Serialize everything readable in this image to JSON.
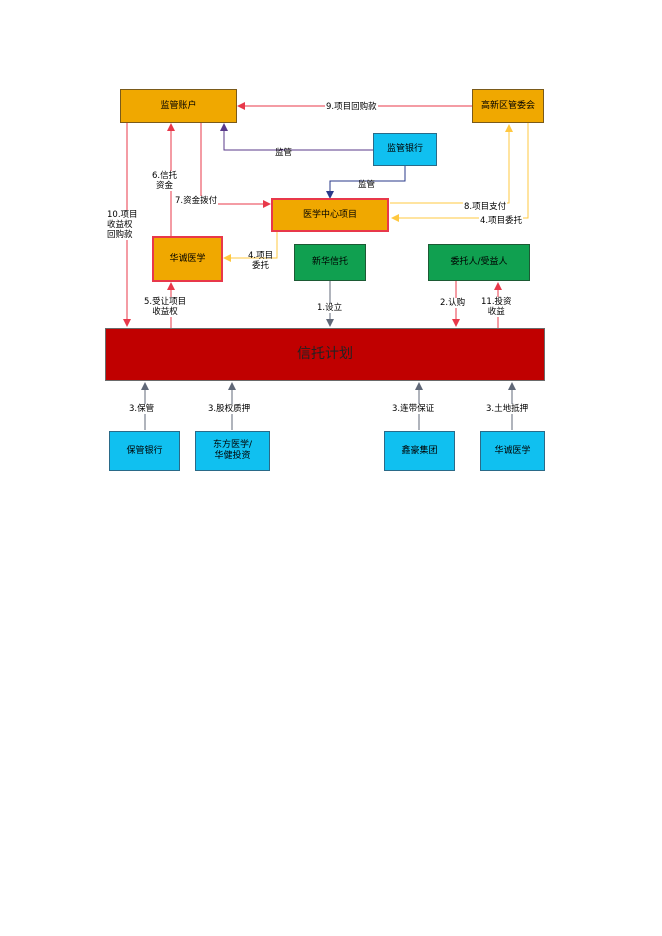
{
  "nodes": {
    "supervise_account": "监管账户",
    "management_committee": "高新区管委会",
    "supervise_bank": "监管银行",
    "medical_center": "医学中心项目",
    "huacheng_medical_left": "华诚医学",
    "xinhua_trust": "新华信托",
    "principal_beneficiary": "委托人/受益人",
    "trust_plan": "信托计划",
    "custody_bank": "保管银行",
    "dongfang_huajian_line1": "东方医学/",
    "dongfang_huajian_line2": "华健投资",
    "xinhao_group": "鑫豪集团",
    "huacheng_medical_right": "华诚医学"
  },
  "edges": {
    "e9": "9.项目回购款",
    "supervise_a": "监管",
    "supervise_b": "监管",
    "e6_line1": "6.信托",
    "e6_line2": "资金",
    "e7": "7.资金拨付",
    "e8": "8.项目支付",
    "e4_right": "4.项目委托",
    "e10_line1": "10.项目",
    "e10_line2": "收益权",
    "e10_line3": "回购款",
    "e4_left_line1": "4.项目",
    "e4_left_line2": "委托",
    "e5_line1": "5.受让项目",
    "e5_line2": "收益权",
    "e1": "1.设立",
    "e2": "2.认购",
    "e11_line1": "11.投资",
    "e11_line2": "收益",
    "e3_custody": "3.保管",
    "e3_pledge": "3.股权质押",
    "e3_guarantee": "3.连带保证",
    "e3_mortgage": "3.土地抵押"
  },
  "colors": {
    "orange": "#f0a800",
    "cyan": "#10c0f0",
    "green": "#10a050",
    "trust_red": "#c00000",
    "arrow_red": "#e8384a",
    "arrow_purple": "#5a3a8a",
    "arrow_navy": "#2a3a8a",
    "arrow_yellow": "#ffc840",
    "arrow_gray": "#606878"
  }
}
